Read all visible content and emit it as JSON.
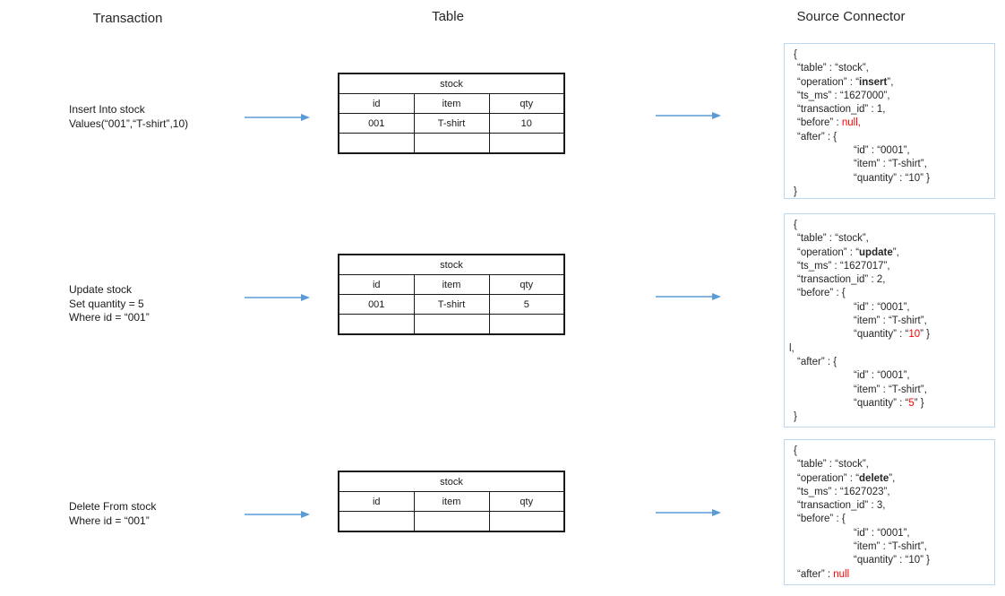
{
  "column_titles": [
    "Transaction",
    "Table",
    "Source Connector"
  ],
  "colors": {
    "arrow": "#5B9BD5",
    "connector_box_border": "#BDD7EE",
    "highlight_red": "#FF0000",
    "text": "#262626",
    "table_border": "#1a1a1a"
  },
  "rows": [
    {
      "transaction_lines": [
        "Insert Into stock",
        "Values(“001”,“T-shirt”,10)"
      ],
      "table": {
        "title": "stock",
        "headers": [
          "id",
          "item",
          "qty"
        ],
        "body": [
          [
            "001",
            "T-shirt",
            "10"
          ],
          [
            "",
            "",
            ""
          ]
        ]
      },
      "connector_lines": [
        {
          "ind": "brace",
          "segs": [
            {
              "t": "{"
            }
          ]
        },
        {
          "ind": "field",
          "segs": [
            {
              "t": "“table” : “stock”,"
            }
          ]
        },
        {
          "ind": "field",
          "segs": [
            {
              "t": "“operation” : “"
            },
            {
              "t": "insert",
              "bold": true
            },
            {
              "t": "”,"
            }
          ]
        },
        {
          "ind": "field",
          "segs": [
            {
              "t": "“ts_ms” : “1627000”,"
            }
          ]
        },
        {
          "ind": "field",
          "segs": [
            {
              "t": "“transaction_id” : 1,"
            }
          ]
        },
        {
          "ind": "field",
          "segs": [
            {
              "t": "“before” : "
            },
            {
              "t": "null,",
              "red": true
            }
          ]
        },
        {
          "ind": "field",
          "segs": [
            {
              "t": "“after” : {"
            }
          ]
        },
        {
          "ind": "inner",
          "segs": [
            {
              "t": "“id” : “0001”,"
            }
          ]
        },
        {
          "ind": "inner",
          "segs": [
            {
              "t": "“item” : “T-shirt”,"
            }
          ]
        },
        {
          "ind": "inner",
          "segs": [
            {
              "t": "“quantity” : “10” }"
            }
          ]
        },
        {
          "ind": "brace",
          "segs": [
            {
              "t": "}"
            }
          ]
        }
      ]
    },
    {
      "transaction_lines": [
        "Update stock",
        "Set quantity = 5",
        "Where id = “001”"
      ],
      "table": {
        "title": "stock",
        "headers": [
          "id",
          "item",
          "qty"
        ],
        "body": [
          [
            "001",
            "T-shirt",
            "5"
          ],
          [
            "",
            "",
            ""
          ]
        ]
      },
      "connector_lines": [
        {
          "ind": "brace",
          "segs": [
            {
              "t": "{"
            }
          ]
        },
        {
          "ind": "field",
          "segs": [
            {
              "t": "“table” : “stock”,"
            }
          ]
        },
        {
          "ind": "field",
          "segs": [
            {
              "t": "“operation” : “"
            },
            {
              "t": "update",
              "bold": true
            },
            {
              "t": "”,"
            }
          ]
        },
        {
          "ind": "field",
          "segs": [
            {
              "t": "“ts_ms” : “1627017”,"
            }
          ]
        },
        {
          "ind": "field",
          "segs": [
            {
              "t": "“transaction_id” : 2,"
            }
          ]
        },
        {
          "ind": "field",
          "segs": [
            {
              "t": "“before” : {"
            }
          ]
        },
        {
          "ind": "inner",
          "segs": [
            {
              "t": "“id” : “0001”,"
            }
          ]
        },
        {
          "ind": "inner",
          "segs": [
            {
              "t": "“item” : “T-shirt”,"
            }
          ]
        },
        {
          "ind": "inner",
          "segs": [
            {
              "t": "“quantity” : “"
            },
            {
              "t": "10",
              "red": true
            },
            {
              "t": "” }"
            }
          ]
        },
        {
          "ind": "out",
          "segs": [
            {
              "t": "l,"
            }
          ]
        },
        {
          "ind": "field",
          "segs": [
            {
              "t": "“after” : {"
            }
          ]
        },
        {
          "ind": "inner",
          "segs": [
            {
              "t": "“id” : “0001”,"
            }
          ]
        },
        {
          "ind": "inner",
          "segs": [
            {
              "t": "“item” : “T-shirt”,"
            }
          ]
        },
        {
          "ind": "inner",
          "segs": [
            {
              "t": "“quantity” : “"
            },
            {
              "t": "5",
              "red": true
            },
            {
              "t": "” }"
            }
          ]
        },
        {
          "ind": "brace",
          "segs": [
            {
              "t": "}"
            }
          ]
        }
      ]
    },
    {
      "transaction_lines": [
        "Delete From stock",
        "Where id = “001”"
      ],
      "table": {
        "title": "stock",
        "headers": [
          "id",
          "item",
          "qty"
        ],
        "body": [
          [
            "",
            "",
            ""
          ]
        ]
      },
      "connector_lines": [
        {
          "ind": "brace",
          "segs": [
            {
              "t": "{"
            }
          ]
        },
        {
          "ind": "field",
          "segs": [
            {
              "t": "“table” : “stock”,"
            }
          ]
        },
        {
          "ind": "field",
          "segs": [
            {
              "t": "“operation” : “"
            },
            {
              "t": "delete",
              "bold": true
            },
            {
              "t": "”,"
            }
          ]
        },
        {
          "ind": "field",
          "segs": [
            {
              "t": "“ts_ms” : “1627023”,"
            }
          ]
        },
        {
          "ind": "field",
          "segs": [
            {
              "t": "“transaction_id” : 3,"
            }
          ]
        },
        {
          "ind": "field",
          "segs": [
            {
              "t": "“before” : {"
            }
          ]
        },
        {
          "ind": "inner",
          "segs": [
            {
              "t": "“id” : “0001”,"
            }
          ]
        },
        {
          "ind": "inner",
          "segs": [
            {
              "t": "“item” : “T-shirt”,"
            }
          ]
        },
        {
          "ind": "inner",
          "segs": [
            {
              "t": "“quantity” : “10” }"
            }
          ]
        },
        {
          "ind": "field",
          "segs": [
            {
              "t": "“after” : "
            },
            {
              "t": "null",
              "red": true
            }
          ]
        }
      ]
    }
  ]
}
